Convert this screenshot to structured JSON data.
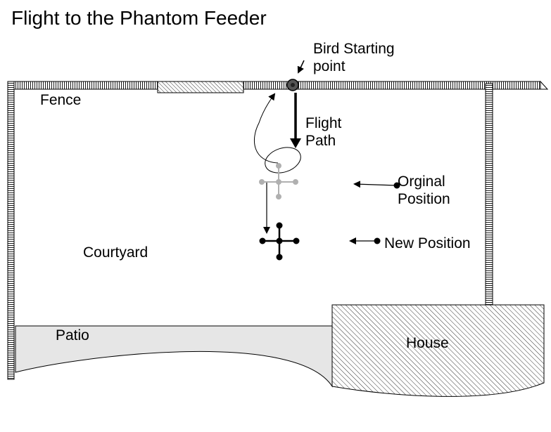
{
  "title": "Flight to the Phantom Feeder",
  "labels": {
    "fence": "Fence",
    "courtyard": "Courtyard",
    "patio": "Patio",
    "house": "House",
    "bird_start": [
      "Bird Starting",
      "point"
    ],
    "flight_path": [
      "Flight",
      "Path"
    ],
    "original_position": [
      "Orginal",
      "Position"
    ],
    "new_position": "New Position"
  },
  "colors": {
    "fence_stroke": "#000000",
    "patio_fill": "#e6e6e6",
    "original_feeder": "#b0b0b0",
    "new_feeder": "#000000",
    "bird": "#555555"
  }
}
